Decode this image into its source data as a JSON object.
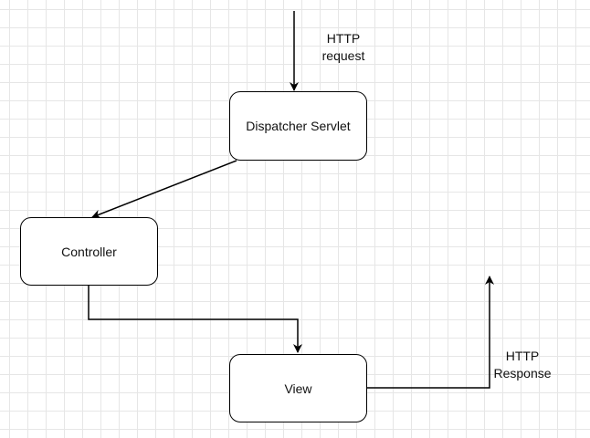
{
  "nodes": {
    "dispatcher": "Dispatcher Servlet",
    "controller": "Controller",
    "view": "View"
  },
  "labels": {
    "request_line1": "HTTP",
    "request_line2": "request",
    "response_line1": "HTTP",
    "response_line2": "Response"
  },
  "colors": {
    "stroke": "#000000",
    "grid": "#e6e6e6",
    "background": "#ffffff"
  }
}
